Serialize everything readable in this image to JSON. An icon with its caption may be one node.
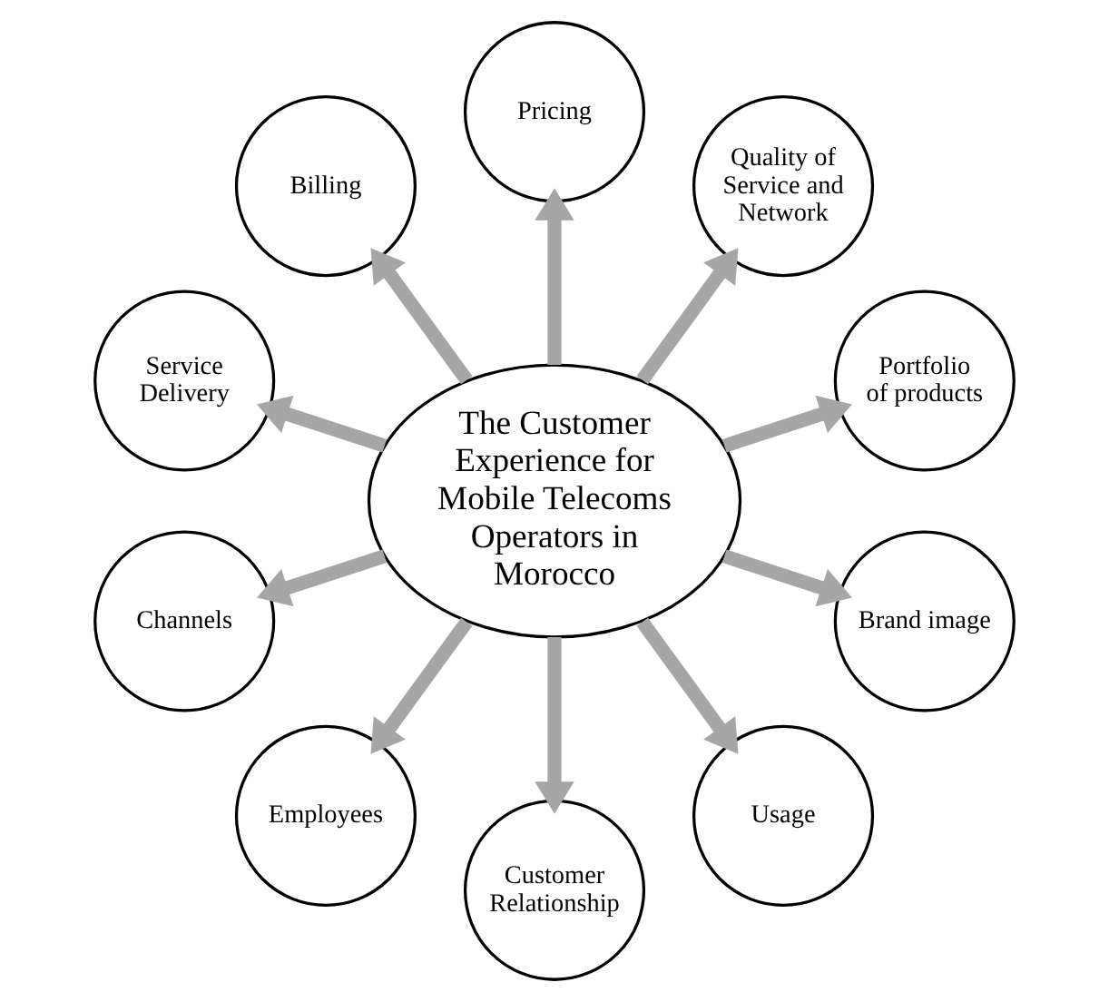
{
  "diagram": {
    "nodes": [
      {
        "text": [
          "The Customer Experience for Mobile Telecoms Operators in Morocco"
        ]
      },
      {
        "text": [
          "Portfolio of products"
        ]
      },
      {
        "text": [
          "Quality of Service and Network"
        ]
      },
      {
        "text": [
          "Pricing"
        ]
      },
      {
        "text": [
          "Billing"
        ]
      },
      {
        "text": [
          "Service Delivery"
        ]
      },
      {
        "text": [
          "Channels"
        ]
      },
      {
        "text": [
          "Employees"
        ]
      },
      {
        "text": [
          "Customer Relationship"
        ]
      },
      {
        "text": [
          "Usage"
        ]
      },
      {
        "text": [
          "Brand image"
        ]
      }
    ],
    "edges": [
      {
        "from": 0,
        "to": 1,
        "arrow": "to"
      },
      {
        "from": 0,
        "to": 2,
        "arrow": "to"
      },
      {
        "from": 0,
        "to": 3,
        "arrow": "to"
      },
      {
        "from": 0,
        "to": 4,
        "arrow": "to"
      },
      {
        "from": 0,
        "to": 5,
        "arrow": "to"
      },
      {
        "from": 0,
        "to": 6,
        "arrow": "to"
      },
      {
        "from": 0,
        "to": 7,
        "arrow": "to"
      },
      {
        "from": 0,
        "to": 8,
        "arrow": "to"
      },
      {
        "from": 0,
        "to": 9,
        "arrow": "to"
      },
      {
        "from": 0,
        "to": 10,
        "arrow": "to"
      }
    ]
  }
}
